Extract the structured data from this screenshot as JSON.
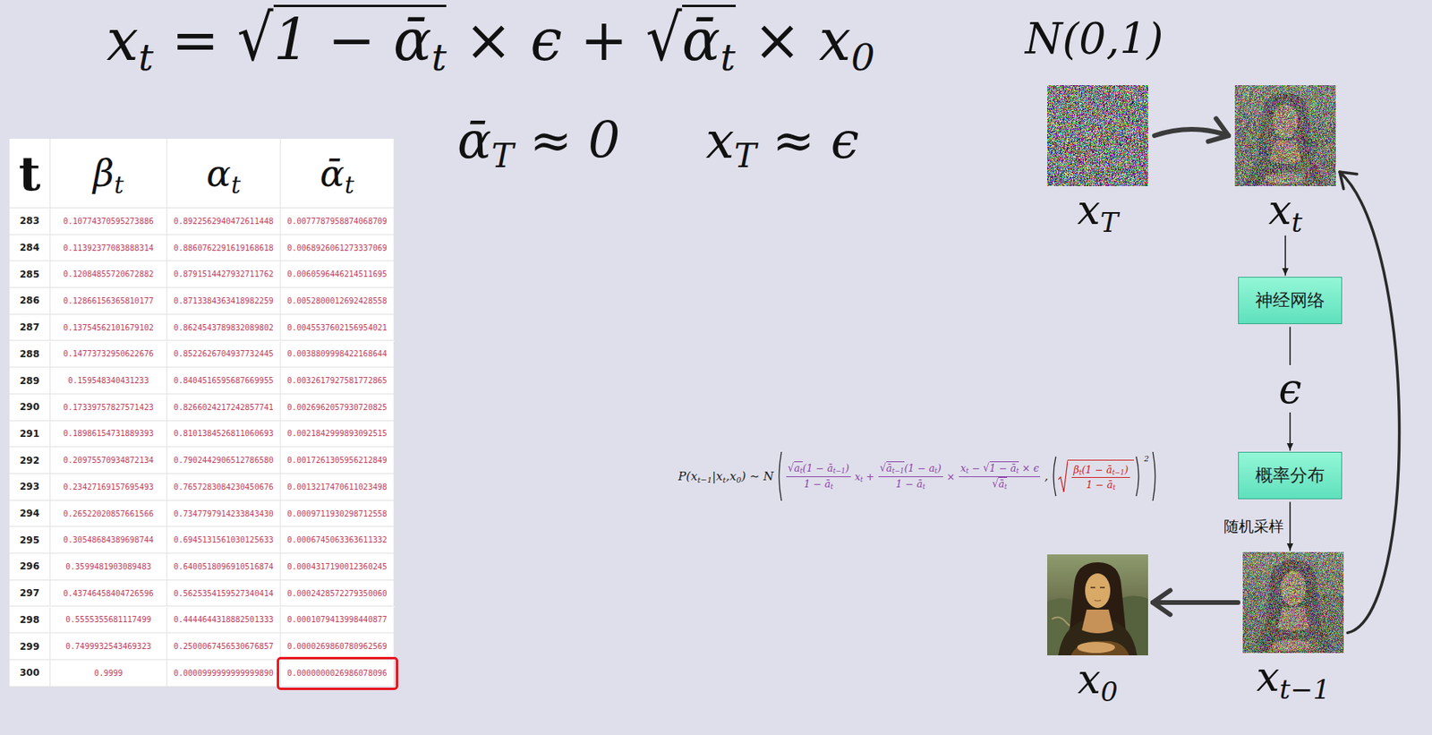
{
  "diagram": {
    "nodes": [
      {
        "text": [
          "xT"
        ]
      },
      {
        "text": [
          "xt"
        ]
      },
      {
        "text": [
          "神经网络"
        ]
      },
      {
        "text": [
          "概率分布"
        ]
      },
      {
        "text": [
          "xt−1"
        ]
      },
      {
        "text": [
          "x0"
        ]
      }
    ],
    "edges": [
      {
        "from": 0,
        "to": 1,
        "arrow": "to"
      },
      {
        "from": 1,
        "to": 2,
        "arrow": "to"
      },
      {
        "from": 2,
        "to": 3,
        "arrow": "to",
        "label": "ϵ"
      },
      {
        "from": 3,
        "to": 4,
        "arrow": "to",
        "label": "随机采样"
      },
      {
        "from": 4,
        "to": 5,
        "arrow": "to"
      },
      {
        "from": 4,
        "to": 1,
        "arrow": "to"
      }
    ],
    "labels": [
      "xt = √1 − ᾱt × ϵ + √ᾱt × x0",
      "N(0,1)",
      "ᾱT ≈ 0",
      "xT ≈ ϵ",
      "t",
      "βt",
      "αt",
      "ᾱt",
      "283",
      "0.10774370595273886",
      "0.8922562940472611448",
      "0.0077787958874068709",
      "284",
      "0.11392377083888314",
      "0.8860762291619168618",
      "0.0068926061273337069",
      "285",
      "0.12084855720672882",
      "0.8791514427932711762",
      "0.0060596446214511695",
      "286",
      "0.12866156365810177",
      "0.8713384363418982259",
      "0.0052800012692428558",
      "287",
      "0.13754562101679102",
      "0.8624543789832089802",
      "0.0045537602156954021",
      "288",
      "0.14773732950622676",
      "0.8522626704937732445",
      "0.0038809998422168644",
      "289",
      "0.159548340431233",
      "0.8404516595687669955",
      "0.0032617927581772865",
      "290",
      "0.17339757827571423",
      "0.8266024217242857741",
      "0.0026962057930720825",
      "291",
      "0.18986154731889393",
      "0.8101384526811060693",
      "0.0021842999893092515",
      "292",
      "0.20975570934872134",
      "0.7902442906512786580",
      "0.0017261305956212849",
      "293",
      "0.23427169157695493",
      "0.7657283084230450676",
      "0.0013217470611023498",
      "294",
      "0.26522020857661566",
      "0.7347797914233843430",
      "0.0009711930298712558",
      "295",
      "0.30548684389698744",
      "0.6945131561030125633",
      "0.0006745063363611332",
      "296",
      "0.3599481903089483",
      "0.6400518096910516874",
      "0.0004317190012360245",
      "297",
      "0.43746458404726596",
      "0.5625354159527340414",
      "0.0002428572279350060",
      "298",
      "0.5555355681117499",
      "0.4444644318882501333",
      "0.0001079413998440877",
      "299",
      "0.7499932543469323",
      "0.2500067456530676857",
      "0.0000269860780962569",
      "300",
      "0.9999",
      "0.0000999999999999890",
      "0.0000000026986078096",
      "P(xt−1|xt,x0) ∼ N",
      "√at(1 − āt−1)",
      "1 − āt",
      "xt +",
      "√āt−1(1 − at)",
      "1 − āt",
      "×",
      "xt − √1 − āt × ϵ",
      "√āt",
      ",",
      "βt(1 − āt−1)",
      "1 − āt",
      "2"
    ]
  }
}
